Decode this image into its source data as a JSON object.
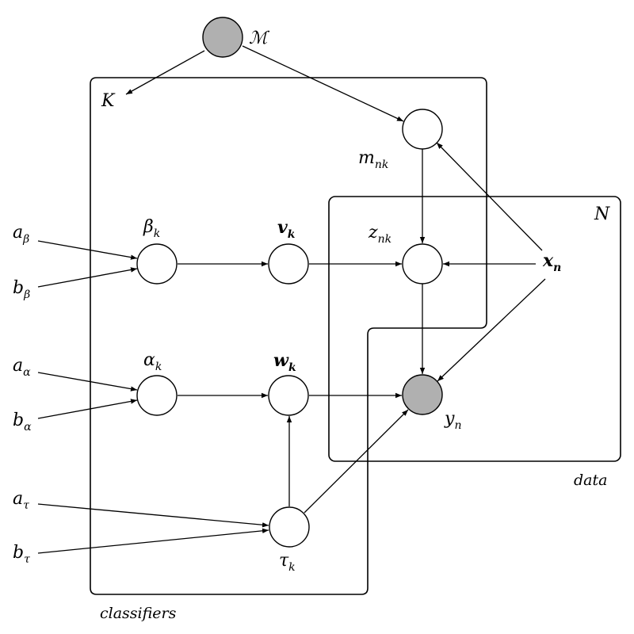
{
  "diagram": {
    "plates": {
      "classifiers": {
        "count_label": "K",
        "name": "classifiers"
      },
      "data": {
        "count_label": "N",
        "name": "data"
      }
    },
    "nodes": {
      "M": {
        "base": "ℳ",
        "sub": ""
      },
      "m_nk": {
        "base": "m",
        "sub": "nk"
      },
      "beta": {
        "base": "β",
        "sub": "k"
      },
      "v": {
        "base": "v",
        "sub": "k"
      },
      "z": {
        "base": "z",
        "sub": "nk"
      },
      "x": {
        "base": "x",
        "sub": "n"
      },
      "alpha": {
        "base": "α",
        "sub": "k"
      },
      "w": {
        "base": "w",
        "sub": "k"
      },
      "y": {
        "base": "y",
        "sub": "n"
      },
      "tau": {
        "base": "τ",
        "sub": "k"
      },
      "a_beta": {
        "base": "a",
        "sub": "β"
      },
      "b_beta": {
        "base": "b",
        "sub": "β"
      },
      "a_alpha": {
        "base": "a",
        "sub": "α"
      },
      "b_alpha": {
        "base": "b",
        "sub": "α"
      },
      "a_tau": {
        "base": "a",
        "sub": "τ"
      },
      "b_tau": {
        "base": "b",
        "sub": "τ"
      }
    },
    "observed_nodes": [
      "M",
      "y"
    ],
    "observed_fill": "#b0b0b0"
  }
}
